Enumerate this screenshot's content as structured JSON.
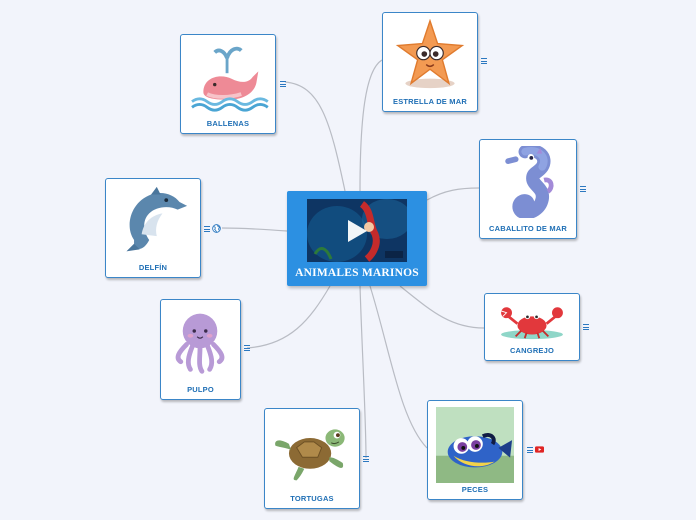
{
  "central": {
    "title": "ANIMALES MARINOS",
    "media": "video-thumbnail",
    "play_icon": "play-icon"
  },
  "topics": [
    {
      "id": "ballenas",
      "label": "BALLENAS",
      "icon": "whale-icon",
      "attachments": [
        "notes-icon"
      ]
    },
    {
      "id": "estrella",
      "label": "ESTRELLA DE MAR",
      "icon": "starfish-icon",
      "attachments": [
        "notes-icon"
      ]
    },
    {
      "id": "caballito",
      "label": "CABALLITO DE MAR",
      "icon": "seahorse-icon",
      "attachments": [
        "notes-icon"
      ]
    },
    {
      "id": "delfin",
      "label": "DELFÍN",
      "icon": "dolphin-icon",
      "attachments": [
        "notes-icon",
        "globe-link-icon"
      ]
    },
    {
      "id": "cangrejo",
      "label": "CANGREJO",
      "icon": "crab-icon",
      "attachments": [
        "notes-icon"
      ]
    },
    {
      "id": "pulpo",
      "label": "PULPO",
      "icon": "octopus-icon",
      "attachments": [
        "notes-icon"
      ]
    },
    {
      "id": "tortugas",
      "label": "TORTUGAS",
      "icon": "turtle-icon",
      "attachments": [
        "notes-icon"
      ]
    },
    {
      "id": "peces",
      "label": "PECES",
      "icon": "fish-icon",
      "attachments": [
        "notes-icon",
        "youtube-icon"
      ]
    }
  ],
  "colors": {
    "background": "#f2f4fb",
    "central_fill": "#2c90e2",
    "node_border": "#3b86c8",
    "label": "#1f6fb5",
    "connector": "#b9bcc4"
  }
}
